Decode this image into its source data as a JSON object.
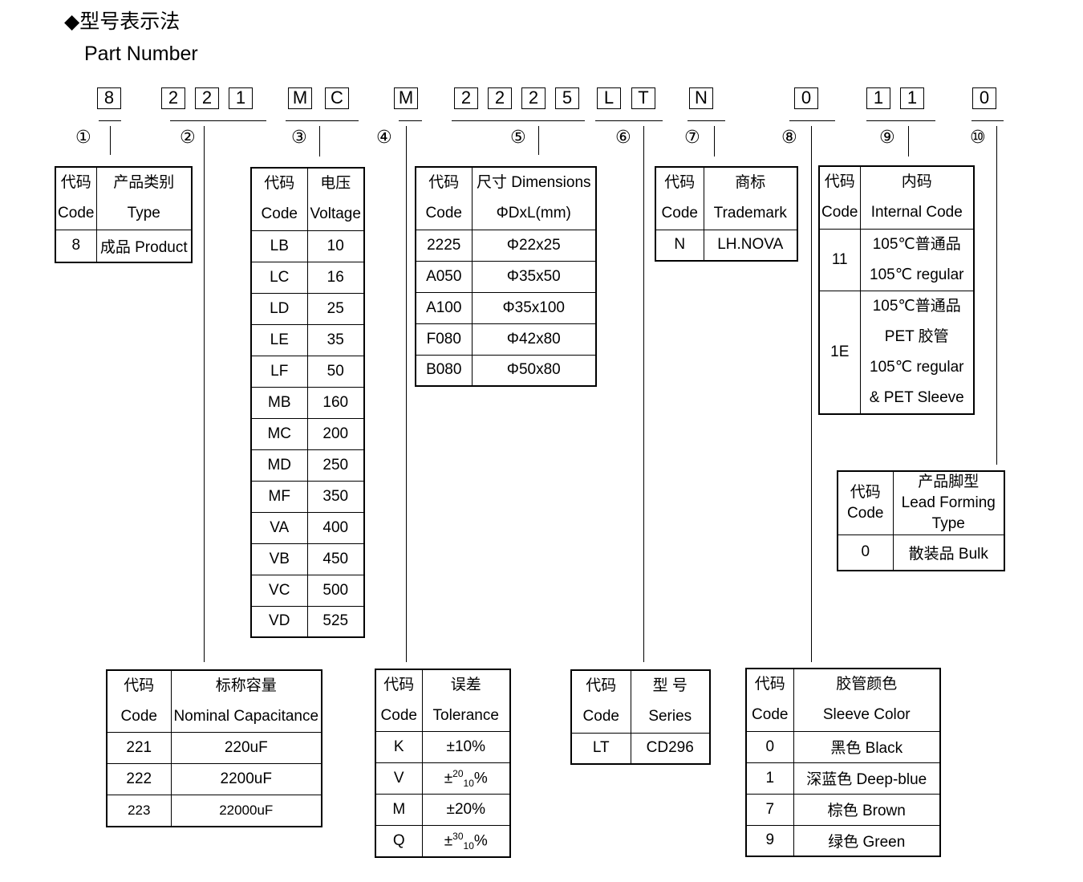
{
  "header": {
    "title_cn": "◆型号表示法",
    "title_en": "Part Number"
  },
  "part_number": [
    "8",
    "2",
    "2",
    "1",
    "M",
    "C",
    "M",
    "2",
    "2",
    "2",
    "5",
    "L",
    "T",
    "N",
    "0",
    "1",
    "1",
    "0"
  ],
  "markers": [
    "①",
    "②",
    "③",
    "④",
    "⑤",
    "⑥",
    "⑦",
    "⑧",
    "⑨",
    "⑩"
  ],
  "product_table": {
    "h1_cn": "代码",
    "h1_en": "Code",
    "h2_cn": "产品类别",
    "h2_en": "Type",
    "rows": [
      {
        "code": "8",
        "value": "成品 Product"
      }
    ]
  },
  "voltage_table": {
    "h1_cn": "代码",
    "h1_en": "Code",
    "h2_cn": "电压",
    "h2_en": "Voltage",
    "rows": [
      {
        "code": "LB",
        "value": "10"
      },
      {
        "code": "LC",
        "value": "16"
      },
      {
        "code": "LD",
        "value": "25"
      },
      {
        "code": "LE",
        "value": "35"
      },
      {
        "code": "LF",
        "value": "50"
      },
      {
        "code": "MB",
        "value": "160"
      },
      {
        "code": "MC",
        "value": "200"
      },
      {
        "code": "MD",
        "value": "250"
      },
      {
        "code": "MF",
        "value": "350"
      },
      {
        "code": "VA",
        "value": "400"
      },
      {
        "code": "VB",
        "value": "450"
      },
      {
        "code": "VC",
        "value": "500"
      },
      {
        "code": "VD",
        "value": "525"
      }
    ]
  },
  "dimension_table": {
    "h1_cn": "代码",
    "h1_en": "Code",
    "h2_cn": "尺寸 Dimensions",
    "h2_en": "ΦDxL(mm)",
    "rows": [
      {
        "code": "2225",
        "value": "Φ22x25"
      },
      {
        "code": "A050",
        "value": "Φ35x50"
      },
      {
        "code": "A100",
        "value": "Φ35x100"
      },
      {
        "code": "F080",
        "value": "Φ42x80"
      },
      {
        "code": "B080",
        "value": "Φ50x80"
      }
    ]
  },
  "trademark_table": {
    "h1_cn": "代码",
    "h1_en": "Code",
    "h2_cn": "商标",
    "h2_en": "Trademark",
    "rows": [
      {
        "code": "N",
        "value": "LH.NOVA"
      }
    ]
  },
  "internal_table": {
    "h1_cn": "代码",
    "h1_en": "Code",
    "h2_cn": "内码",
    "h2_en": "Internal Code",
    "rows": [
      {
        "code": "11",
        "lines": [
          "105℃普通品",
          "105℃  regular"
        ]
      },
      {
        "code": "1E",
        "lines": [
          "105℃普通品",
          "PET 胶管",
          "105℃  regular",
          "& PET Sleeve"
        ]
      }
    ]
  },
  "lead_table": {
    "h1_cn": "代码",
    "h1_en": "Code",
    "h2_cn": "产品脚型",
    "h2_en1": "Lead Forming",
    "h2_en2": "Type",
    "rows": [
      {
        "code": "0",
        "value": "散装品 Bulk"
      }
    ]
  },
  "capacitance_table": {
    "h1_cn": "代码",
    "h1_en": "Code",
    "h2_cn": "标称容量",
    "h2_en": "Nominal Capacitance",
    "rows": [
      {
        "code": "221",
        "value": "220uF"
      },
      {
        "code": "222",
        "value": "2200uF"
      },
      {
        "code": "223",
        "value": "22000uF"
      }
    ]
  },
  "tolerance_table": {
    "h1_cn": "代码",
    "h1_en": "Code",
    "h2_cn": "误差",
    "h2_en": "Tolerance",
    "rows": [
      {
        "code": "K",
        "value": "±10%"
      },
      {
        "code": "V",
        "pm": "±",
        "sup": "20",
        "sub": "10",
        "pct": "%"
      },
      {
        "code": "M",
        "value": "±20%"
      },
      {
        "code": "Q",
        "pm": "±",
        "sup": "30",
        "sub": "10",
        "pct": "%"
      }
    ]
  },
  "series_table": {
    "h1_cn": "代码",
    "h1_en": "Code",
    "h2_cn": "型  号",
    "h2_en": "Series",
    "rows": [
      {
        "code": "LT",
        "value": "CD296"
      }
    ]
  },
  "sleeve_table": {
    "h1_cn": "代码",
    "h1_en": "Code",
    "h2_cn": "胶管颜色",
    "h2_en": "Sleeve Color",
    "rows": [
      {
        "code": "0",
        "value": "黑色 Black"
      },
      {
        "code": "1",
        "value": "深蓝色 Deep-blue"
      },
      {
        "code": "7",
        "value": "棕色 Brown"
      },
      {
        "code": "9",
        "value": "绿色 Green"
      }
    ]
  }
}
